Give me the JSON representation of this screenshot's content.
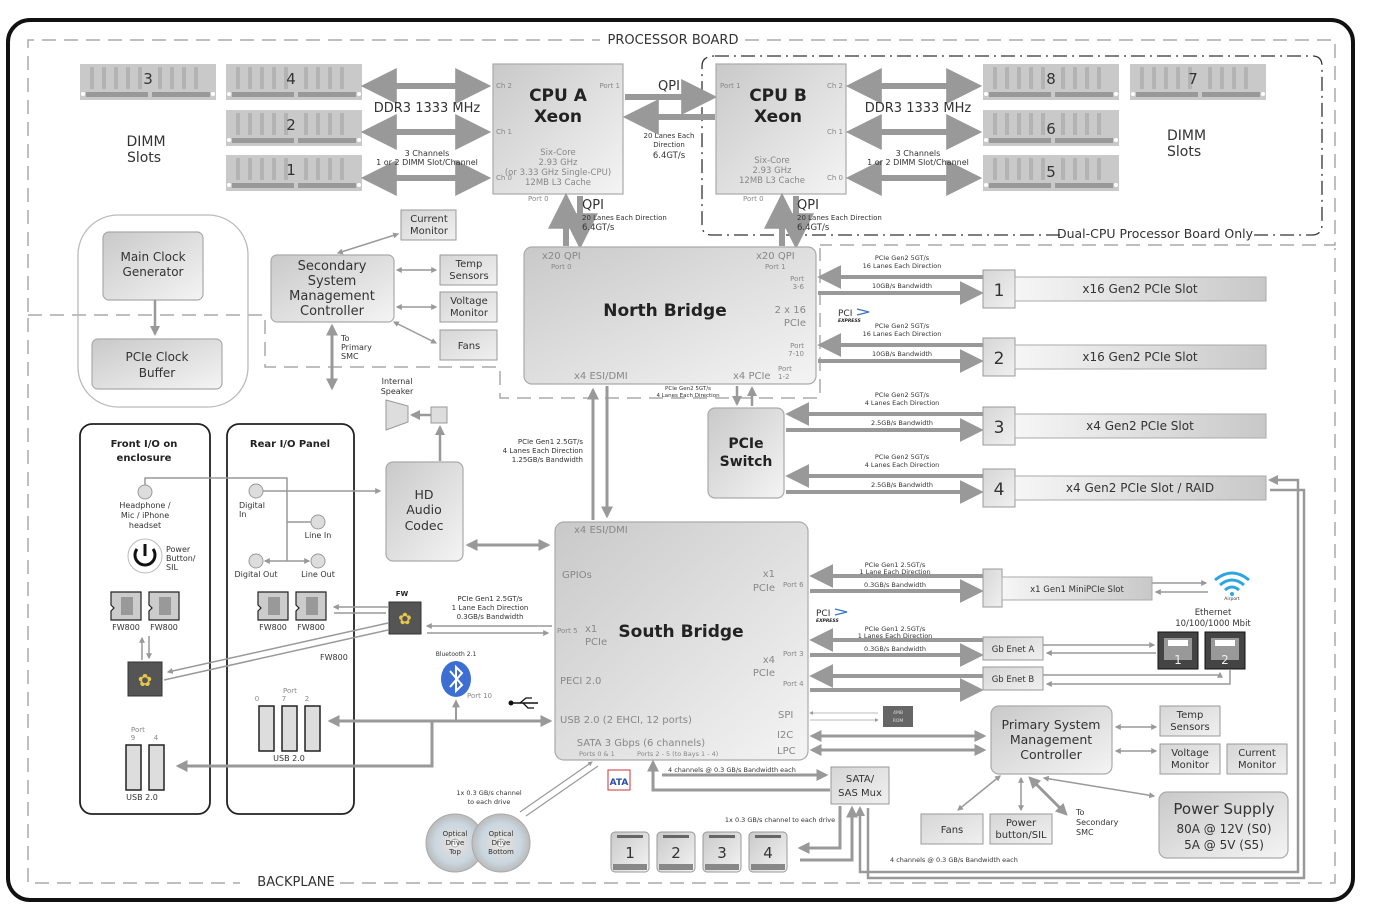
{
  "regions": {
    "processor_board": "PROCESSOR BOARD",
    "backplane": "BACKPLANE",
    "dual_cpu": "Dual-CPU Processor Board Only"
  },
  "dimm_left": {
    "label_line1": "DIMM",
    "label_line2": "Slots",
    "slots": [
      "3",
      "4",
      "2",
      "1"
    ],
    "bus_label": "DDR3 1333 MHz",
    "channels_line1": "3 Channels",
    "channels_line2": "1 or 2 DIMM Slot/Channel"
  },
  "dimm_right": {
    "label_line1": "DIMM",
    "label_line2": "Slots",
    "slots": [
      "8",
      "7",
      "6",
      "5"
    ],
    "bus_label": "DDR3 1333 MHz",
    "channels_line1": "3 Channels",
    "channels_line2": "1 or 2 DIMM Slot/Channel"
  },
  "cpu_a": {
    "title1": "CPU A",
    "title2": "Xeon",
    "spec1": "Six-Core",
    "spec2": "2.93 GHz",
    "spec3": "(or 3.33 GHz Single-CPU)",
    "spec4": "12MB L3 Cache",
    "ch2": "Ch 2",
    "ch1": "Ch 1",
    "ch0": "Ch 0",
    "port1": "Port 1",
    "port0": "Port 0"
  },
  "cpu_b": {
    "title1": "CPU B",
    "title2": "Xeon",
    "spec1": "Six-Core",
    "spec2": "2.93 GHz",
    "spec3": "12MB L3 Cache",
    "ch2": "Ch 2",
    "ch1": "Ch 1",
    "ch0": "Ch 0",
    "port1": "Port 1",
    "port0": "Port 0"
  },
  "qpi_link": {
    "label": "QPI",
    "line1": "20 Lanes Each",
    "line2": "Direction",
    "line3": "6.4GT/s"
  },
  "qpi_down": {
    "label": "QPI",
    "line1": "20 Lanes Each Direction",
    "line2": "6.4GT/s"
  },
  "clock": {
    "main": [
      "Main Clock",
      "Generator"
    ],
    "buffer": [
      "PCIe Clock",
      "Buffer"
    ]
  },
  "ssmc": {
    "title": [
      "Secondary",
      "System",
      "Management",
      "Controller"
    ],
    "current_monitor": [
      "Current",
      "Monitor"
    ],
    "temp_sensors": [
      "Temp",
      "Sensors"
    ],
    "voltage_monitor": [
      "Voltage",
      "Monitor"
    ],
    "fans": "Fans",
    "to_primary": [
      "To",
      "Primary",
      "SMC"
    ]
  },
  "north_bridge": {
    "title": "North Bridge",
    "qpi0": "x20 QPI",
    "port0": "Port 0",
    "qpi1": "x20 QPI",
    "port1": "Port 1",
    "port36": [
      "Port",
      "3-6"
    ],
    "pcie_2x16": [
      "2 x 16",
      "PCIe"
    ],
    "port710": [
      "Port",
      "7-10"
    ],
    "esi": "x4 ESI/DMI",
    "x4pcie": "x4 PCIe",
    "port12": [
      "Port",
      "1-2"
    ],
    "gen2_note": [
      "PCIe Gen2 5GT/s",
      "4 Lanes Each Direction"
    ]
  },
  "pcie_slots": [
    {
      "num": "1",
      "label": "x16 Gen2 PCIe Slot",
      "l1": "PCIe Gen2 5GT/s",
      "l2": "16 Lanes Each Direction",
      "bw": "10GB/s Bandwidth"
    },
    {
      "num": "2",
      "label": "x16 Gen2 PCIe Slot",
      "l1": "PCIe Gen2 5GT/s",
      "l2": "16 Lanes Each Direction",
      "bw": "10GB/s Bandwidth"
    },
    {
      "num": "3",
      "label": "x4 Gen2 PCIe Slot",
      "l1": "PCIe Gen2 5GT/s",
      "l2": "4 Lanes Each Direction",
      "bw": "2.5GB/s Bandwidth"
    },
    {
      "num": "4",
      "label": "x4 Gen2 PCIe Slot / RAID",
      "l1": "PCIe Gen2 5GT/s",
      "l2": "4 Lanes Each Direction",
      "bw": "2.5GB/s Bandwidth"
    }
  ],
  "pcie_switch": [
    "PCIe",
    "Switch"
  ],
  "pci_express_logo": {
    "top": "PCI",
    "bottom": "EXPRESS"
  },
  "esi_link": [
    "PCIe Gen1 2.5GT/s",
    "4 Lanes Each Direction",
    "1.25GB/s Bandwidth"
  ],
  "speaker": [
    "Internal",
    "Speaker"
  ],
  "audio_codec": [
    "HD",
    "Audio",
    "Codec"
  ],
  "front_io": {
    "title": [
      "Front I/O on",
      "enclosure"
    ],
    "headphone": [
      "Headphone /",
      "Mic / iPhone",
      "headset"
    ],
    "power": [
      "Power",
      "Button/",
      "SIL"
    ],
    "fw": [
      "FW800",
      "FW800"
    ],
    "usb_port_label": "Port",
    "usb_ports": [
      "9",
      "4"
    ],
    "usb_label": "USB 2.0"
  },
  "rear_io": {
    "title": "Rear I/O Panel",
    "digital_in": [
      "Digital",
      "In"
    ],
    "line_in": "Line In",
    "digital_out": "Digital Out",
    "line_out": "Line Out",
    "fw": [
      "FW800",
      "FW800"
    ],
    "fw_label": "FW800",
    "usb_port_label": "Port",
    "usb_ports": [
      "0",
      "7",
      "2"
    ],
    "usb_label": "USB 2.0"
  },
  "firewire": {
    "label": "FW",
    "l1": "PCIe Gen1 2.5GT/s",
    "l2": "1 Lane Each Direction",
    "l3": "0.3GB/s Bandwidth"
  },
  "bluetooth": {
    "label": "Bluetooth 2.1",
    "port": "Port 10"
  },
  "south_bridge": {
    "title": "South Bridge",
    "esi": "x4 ESI/DMI",
    "gpios": "GPIOs",
    "port5": "Port 5",
    "x1pcie_left": [
      "x1",
      "PCIe"
    ],
    "peci": "PECI 2.0",
    "usb": "USB 2.0  (2 EHCI, 12 ports)",
    "sata": "SATA 3 Gbps (6 channels)",
    "ports01": "Ports 0 & 1",
    "ports25": "Ports 2 - 5 (to Bays 1 - 4)",
    "x1pcie_right": [
      "x1",
      "PCIe"
    ],
    "port6": "Port 6",
    "x4pcie": [
      "x4",
      "PCIe"
    ],
    "port3": "Port 3",
    "port4": "Port 4",
    "spi": "SPI",
    "i2c": "I2C",
    "lpc": "LPC"
  },
  "minipcie": {
    "label": "x1 Gen1 MiniPCIe Slot",
    "l1": "PCIe Gen1 2.5GT/s",
    "l2": "1 Lane Each Direction",
    "bw": "0.3GB/s Bandwidth",
    "airport": "Airport"
  },
  "enet": {
    "l1": "PCIe Gen1 2.5GT/s",
    "l2": "1 Lanes Each Direction",
    "bw": "0.3GB/s Bandwidth",
    "a": "Gb Enet A",
    "b": "Gb Enet B",
    "title": [
      "Ethernet",
      "10/100/1000 Mbit"
    ],
    "ports": [
      "1",
      "2"
    ]
  },
  "rom": [
    "4MB",
    "ROM"
  ],
  "psmc": {
    "title": [
      "Primary System",
      "Management",
      "Controller"
    ],
    "temp": [
      "Temp",
      "Sensors"
    ],
    "voltage": [
      "Voltage",
      "Monitor"
    ],
    "current": [
      "Current",
      "Monitor"
    ],
    "fans": "Fans",
    "power_btn": [
      "Power",
      "button/SIL"
    ],
    "to_secondary": [
      "To",
      "Secondary",
      "SMC"
    ]
  },
  "power_supply": {
    "title": "Power Supply",
    "s0": "80A @ 12V (S0)",
    "s5": "5A @ 5V (S5)"
  },
  "sata": {
    "mux": [
      "SATA/",
      "SAS Mux"
    ],
    "channels_top": "4 channels @ 0.3 GB/s Bandwidth each",
    "channels_bottom": "4 channels @ 0.3 GB/s Bandwidth each",
    "per_drive": "1x 0.3 GB/s channel to each drive",
    "optical_note": [
      "1x 0.3 GB/s channel",
      "to each drive"
    ],
    "drives": [
      "1",
      "2",
      "3",
      "4"
    ],
    "optical_top": [
      "Optical",
      "Drive",
      "Top"
    ],
    "optical_bottom": [
      "Optical",
      "Drive",
      "Bottom"
    ]
  }
}
